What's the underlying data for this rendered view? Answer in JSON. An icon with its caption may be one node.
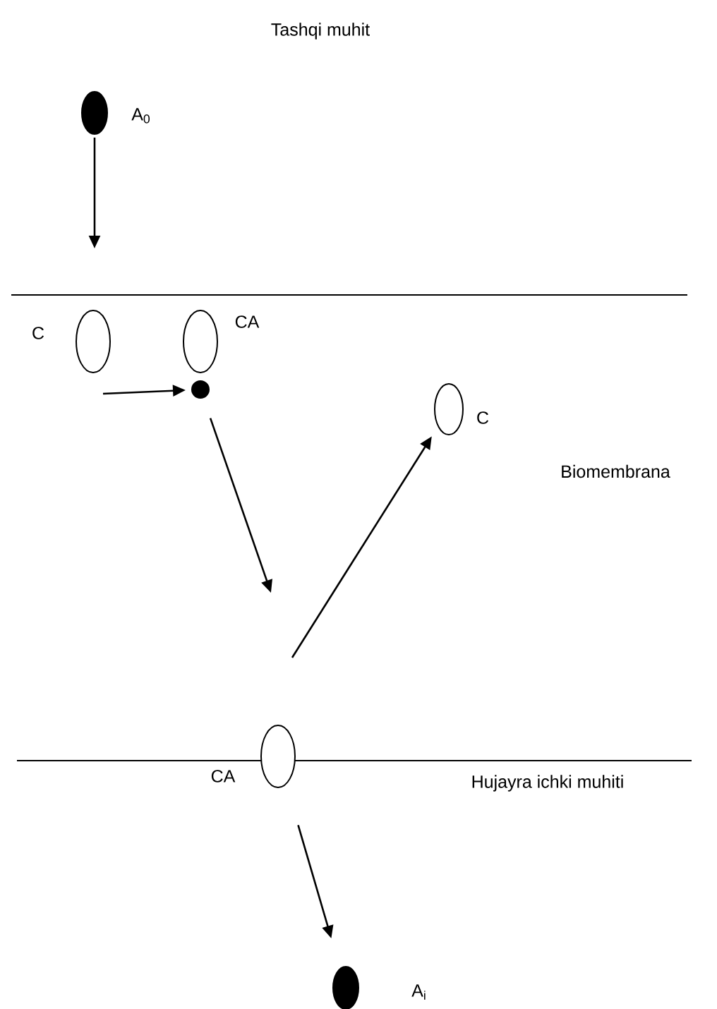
{
  "diagram": {
    "nodes": [
      {
        "text": [],
        "shape": "circle",
        "beside": [
          "A$_{0}$"
        ]
      },
      {
        "text": [],
        "shape": "circle",
        "beside": [
          "C"
        ]
      },
      {
        "text": [],
        "shape": "circle",
        "beside": [
          "CA"
        ]
      },
      {
        "text": [],
        "shape": "circle"
      },
      {
        "text": [],
        "shape": "circle",
        "beside": [
          "C"
        ]
      },
      {
        "text": [],
        "shape": "circle",
        "beside": [
          "CA"
        ]
      },
      {
        "text": [],
        "shape": "circle",
        "beside": [
          "A$_{i}$"
        ]
      }
    ],
    "edges": [
      {
        "from": 0,
        "to": null,
        "arrow": "to"
      },
      {
        "from": null,
        "to": 3,
        "arrow": "to"
      },
      {
        "from": 3,
        "to": null,
        "arrow": "to"
      },
      {
        "from": null,
        "to": 4,
        "arrow": "to"
      },
      {
        "from": 5,
        "to": 6,
        "arrow": "to"
      }
    ],
    "labels": [
      "Tashqi muhit",
      "Biomembrana",
      "Hujayra ichki muhiti"
    ]
  }
}
